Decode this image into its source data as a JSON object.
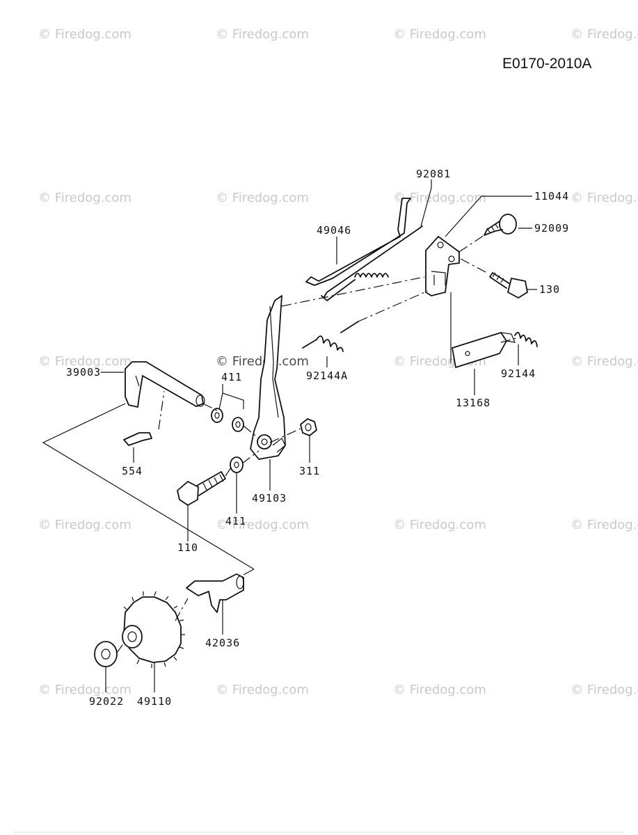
{
  "diagram_code": "E0170-2010A",
  "watermark_text": "© Firedog.com",
  "parts": {
    "p92081": "92081",
    "p11044": "11044",
    "p49046": "49046",
    "p92009": "92009",
    "p130": "130",
    "p39003": "39003",
    "p411a": "411",
    "p92144A": "92144A",
    "p92144": "92144",
    "p13168": "13168",
    "p554": "554",
    "p311": "311",
    "p49103": "49103",
    "p411b": "411",
    "p110": "110",
    "p42036": "42036",
    "p92022": "92022",
    "p49110": "49110"
  }
}
